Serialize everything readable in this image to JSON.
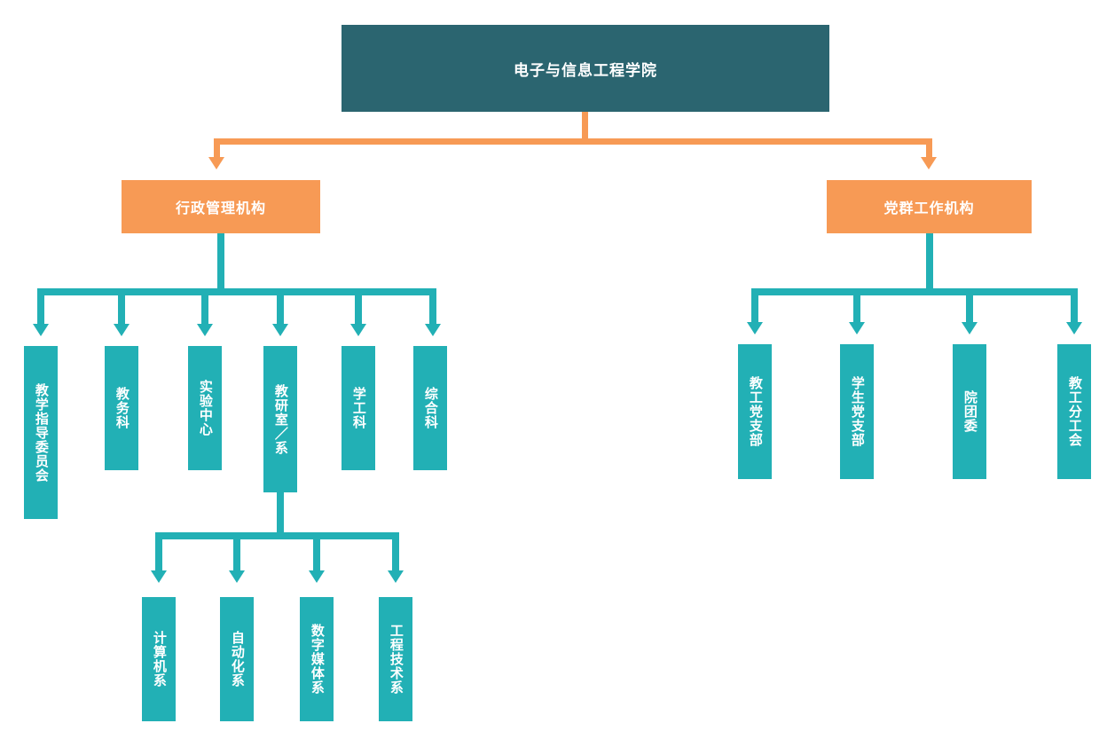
{
  "chart_type": "organization-chart",
  "colors": {
    "root_fill": "#2b6570",
    "level2_fill": "#f79a55",
    "leaf_fill": "#22b0b5",
    "connector_teal": "#22b0b5",
    "connector_orange": "#f79a55",
    "text": "#ffffff",
    "background": "#ffffff"
  },
  "root": {
    "label": "电子与信息工程学院"
  },
  "branches": [
    {
      "id": "admin",
      "label": "行政管理机构",
      "children": [
        {
          "label": "教学指导委员会"
        },
        {
          "label": "教务科"
        },
        {
          "label": "实验中心"
        },
        {
          "label": "教研室／系",
          "children": [
            {
              "label": "计算机系"
            },
            {
              "label": "自动化系"
            },
            {
              "label": "数字媒体系"
            },
            {
              "label": "工程技术系"
            }
          ]
        },
        {
          "label": "学工科"
        },
        {
          "label": "综合科"
        }
      ]
    },
    {
      "id": "party",
      "label": "党群工作机构",
      "children": [
        {
          "label": "教工党支部"
        },
        {
          "label": "学生党支部"
        },
        {
          "label": "院团委"
        },
        {
          "label": "教工分工会"
        }
      ]
    }
  ]
}
